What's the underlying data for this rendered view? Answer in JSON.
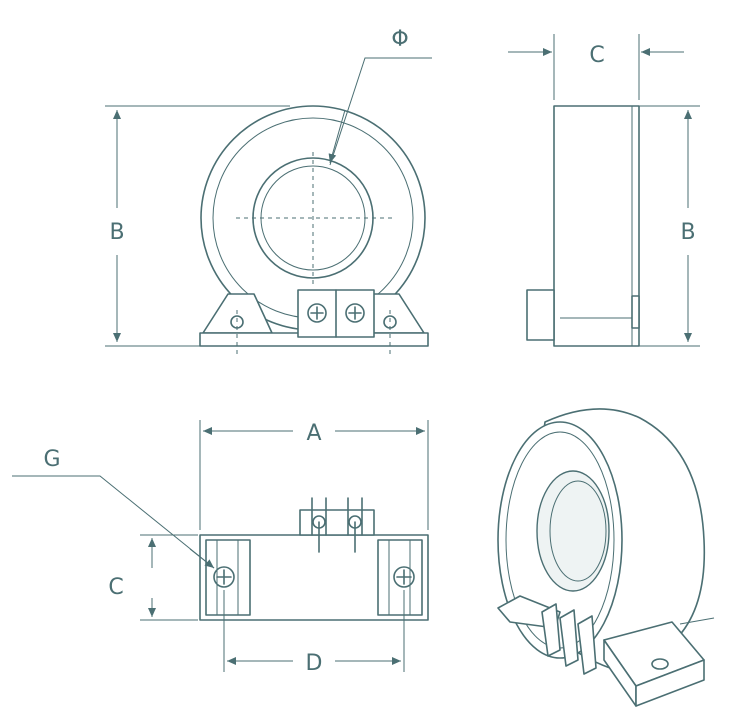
{
  "labels": {
    "phi": "Φ",
    "a": "A",
    "b_front": "B",
    "b_side": "B",
    "c_side": "C",
    "c_bottom": "C",
    "d": "D",
    "g": "G"
  },
  "colors": {
    "line": "#4b6f73",
    "background": "#ffffff"
  },
  "views": [
    "front-view",
    "side-view",
    "bottom-view",
    "isometric-view"
  ]
}
